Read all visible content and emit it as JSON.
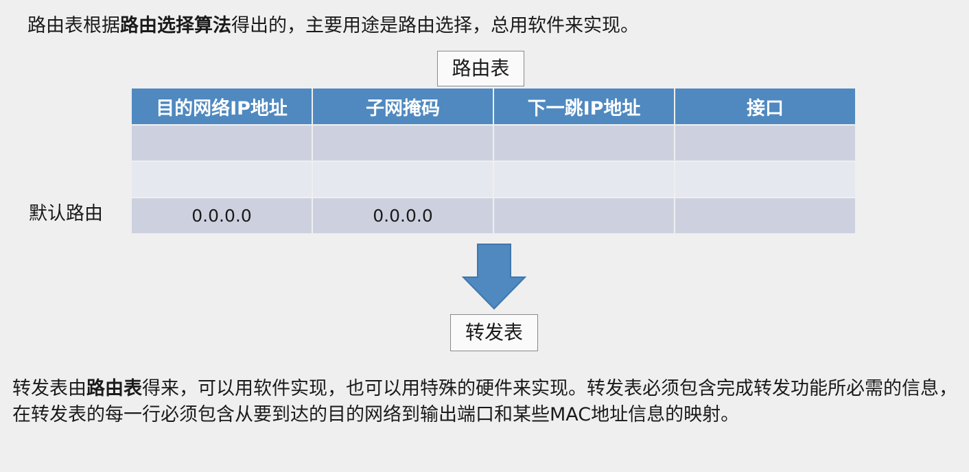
{
  "top_text": {
    "part1": "路由表根据",
    "bold": "路由选择算法",
    "part2": "得出的，主要用途是路由选择，总用软件来实现。"
  },
  "routing_table_label": "路由表",
  "routing_table": {
    "headers": [
      "目的网络IP地址",
      "子网掩码",
      "下一跳IP地址",
      "接口"
    ],
    "rows": [
      [
        "",
        "",
        "",
        ""
      ],
      [
        "",
        "",
        "",
        ""
      ],
      [
        "0.0.0.0",
        "0.0.0.0",
        "",
        ""
      ]
    ],
    "row_labels": [
      "",
      "",
      "默认路由"
    ]
  },
  "forwarding_table_label": "转发表",
  "bottom_text": {
    "part1": "转发表由",
    "bold": "路由表",
    "part2": "得来，可以用软件实现，也可以用特殊的硬件来实现。转发表必须包含完成转发功能所必需的信息，在转发表的每一行必须包含从要到达的目的网络到输出端口和某些MAC地址信息的映射。"
  },
  "colors": {
    "header_blue": "#4f89c0",
    "row_dark": "#cdd1df",
    "row_light": "#e6e8ef",
    "arrow_blue": "#4f89c0"
  }
}
